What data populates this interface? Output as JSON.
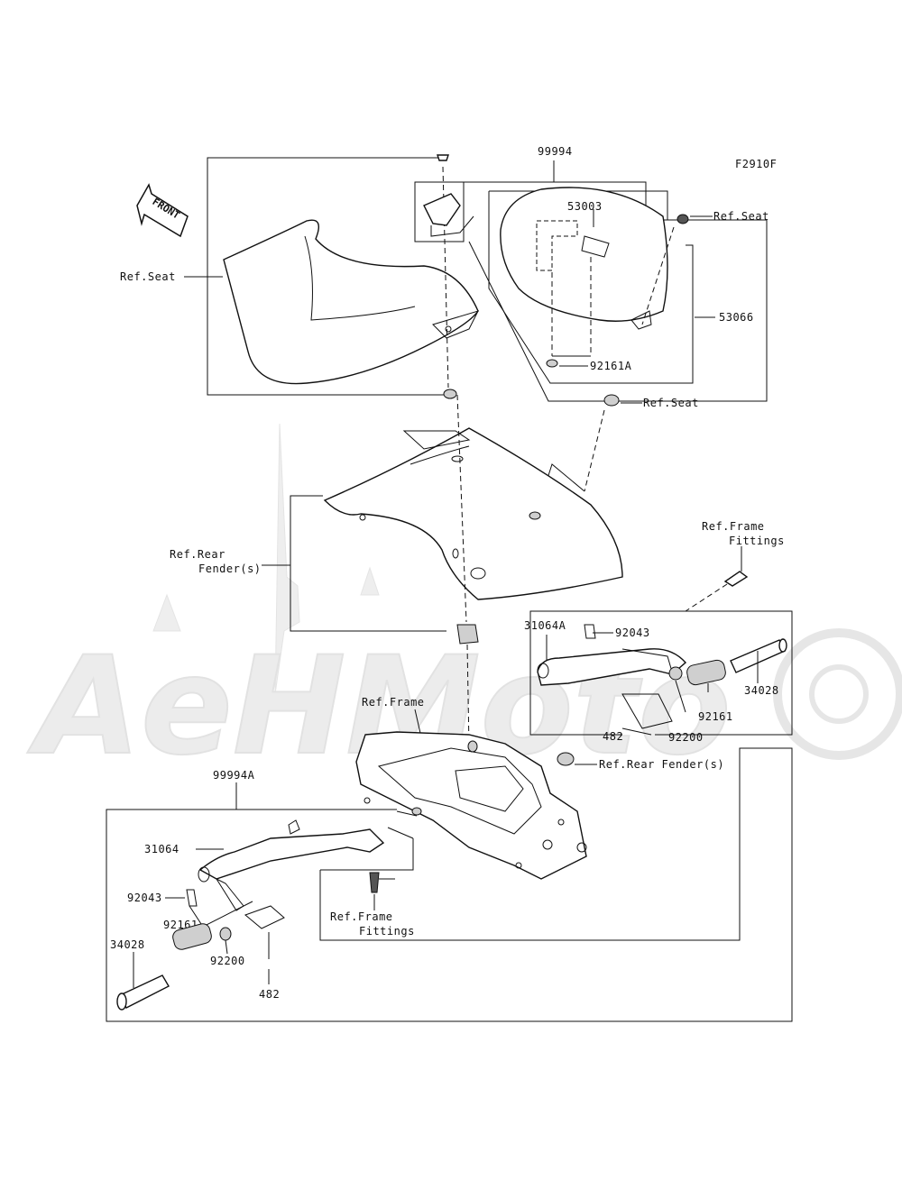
{
  "diagram_code": "F2910F",
  "front_arrow": "FRONT",
  "watermark": "AeHMoto",
  "labels": {
    "assy_99994": "99994",
    "p53003": "53003",
    "ref_seat_1": "Ref.Seat",
    "ref_seat_2": "Ref.Seat",
    "ref_seat_3": "Ref.Seat",
    "p53066": "53066",
    "p92161A": "92161A",
    "ref_frame_fittings_top_1": "Ref.Frame",
    "ref_frame_fittings_top_2": "Fittings",
    "ref_rear_fender_1": "Ref.Rear",
    "ref_rear_fender_2": "Fender(s)",
    "p31064A": "31064A",
    "p92043_top": "92043",
    "p34028_top": "34028",
    "p92161_top": "92161",
    "p92200_top": "92200",
    "p482_top": "482",
    "ref_frame": "Ref.Frame",
    "ref_rear_fender_right": "Ref.Rear Fender(s)",
    "assy_99994A": "99994A",
    "p31064": "31064",
    "p92043_bot": "92043",
    "p92161_bot": "92161",
    "p34028_bot": "34028",
    "p92200_bot": "92200",
    "p482_bot": "482",
    "ref_frame_fittings_bot_1": "Ref.Frame",
    "ref_frame_fittings_bot_2": "Fittings"
  },
  "icons": [
    "front-arrow-icon",
    "watermark-logo"
  ]
}
